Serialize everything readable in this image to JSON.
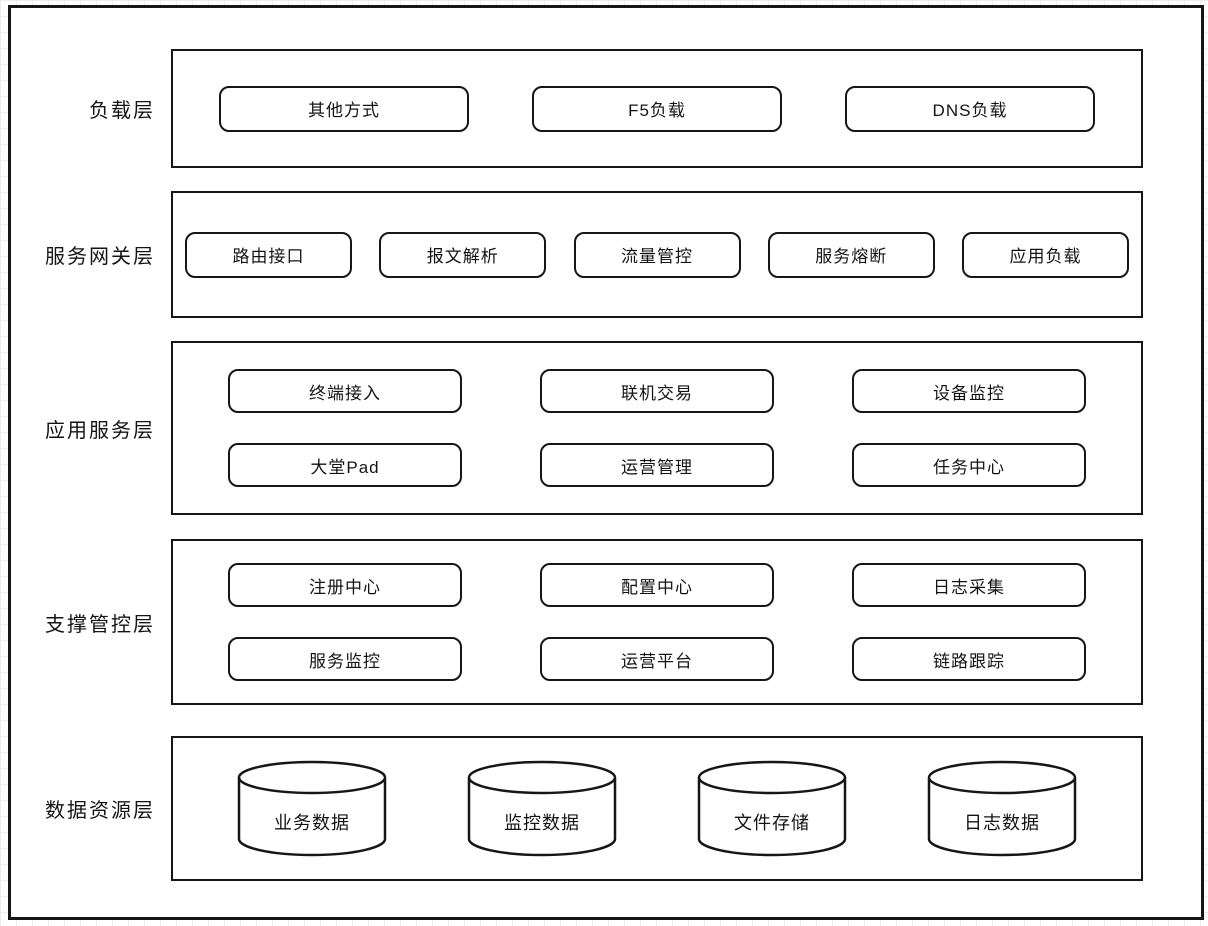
{
  "colors": {
    "stroke": "#161616",
    "fill": "#ffffff",
    "text": "#141414",
    "canvas_grid": "#ececec"
  },
  "layers": [
    {
      "name": "load-layer",
      "label": "负载层",
      "items": [
        "其他方式",
        "F5负载",
        "DNS负载"
      ]
    },
    {
      "name": "service-gateway-layer",
      "label": "服务网关层",
      "items": [
        "路由接口",
        "报文解析",
        "流量管控",
        "服务熔断",
        "应用负载"
      ]
    },
    {
      "name": "application-service-layer",
      "label": "应用服务层",
      "items": [
        "终端接入",
        "联机交易",
        "设备监控",
        "大堂Pad",
        "运营管理",
        "任务中心"
      ]
    },
    {
      "name": "support-control-layer",
      "label": "支撑管控层",
      "items": [
        "注册中心",
        "配置中心",
        "日志采集",
        "服务监控",
        "运营平台",
        "链路跟踪"
      ]
    },
    {
      "name": "data-resource-layer",
      "label": "数据资源层",
      "items": [
        "业务数据",
        "监控数据",
        "文件存储",
        "日志数据"
      ]
    }
  ]
}
